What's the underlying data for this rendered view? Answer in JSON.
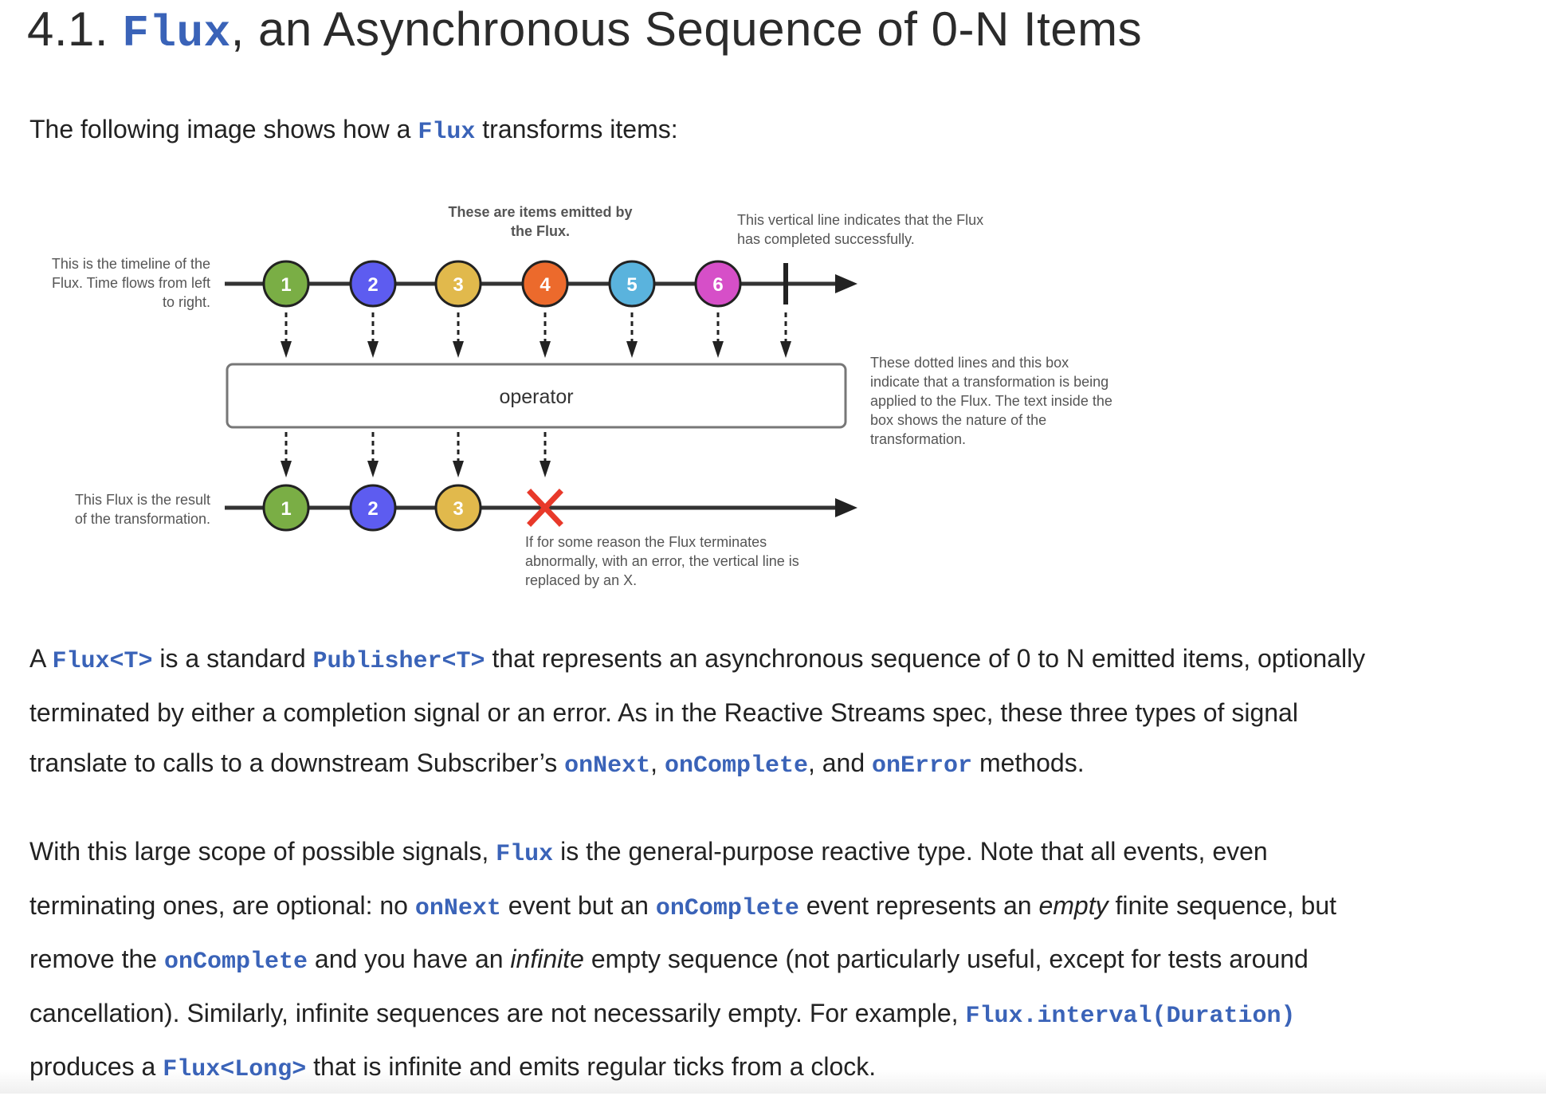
{
  "title": {
    "number": "4.1.",
    "code": "Flux",
    "rest": ", an Asynchronous Sequence of 0-N Items"
  },
  "intro": {
    "before": "The following image shows how a ",
    "code": "Flux",
    "after": " transforms items:"
  },
  "diagram": {
    "top_annotation": [
      "These are items emitted by",
      "the Flux."
    ],
    "complete_annotation": [
      "This vertical line indicates that the Flux",
      "has completed successfully."
    ],
    "timeline_annotation": [
      "This is the timeline of the",
      "Flux. Time flows from left",
      "to right."
    ],
    "operator_annotation": [
      "These dotted lines and this box",
      "indicate that a transformation is being",
      "applied to the Flux. The text inside the",
      "box shows the nature of the",
      "transformation."
    ],
    "result_annotation": [
      "This Flux is the result",
      "of the transformation."
    ],
    "error_annotation": [
      "If for some reason the Flux terminates",
      "abnormally, with an error, the vertical line is",
      "replaced by an X."
    ],
    "operator_label": "operator",
    "input_items": [
      {
        "label": "1",
        "color": "#7aae45"
      },
      {
        "label": "2",
        "color": "#5d5cf0"
      },
      {
        "label": "3",
        "color": "#e1b94c"
      },
      {
        "label": "4",
        "color": "#ec6a2c"
      },
      {
        "label": "5",
        "color": "#5ab3dd"
      },
      {
        "label": "6",
        "color": "#d64fc8"
      }
    ],
    "output_items": [
      {
        "label": "1",
        "color": "#7aae45"
      },
      {
        "label": "2",
        "color": "#5d5cf0"
      },
      {
        "label": "3",
        "color": "#e1b94c"
      }
    ],
    "error_color": "#e8392a"
  },
  "paragraphs": [
    [
      [
        {
          "t": "A "
        },
        {
          "t": "Flux<T>",
          "code": true
        },
        {
          "t": " is a standard "
        },
        {
          "t": "Publisher<T>",
          "code": true
        },
        {
          "t": " that represents an asynchronous sequence of 0 to N emitted items, optionally"
        }
      ],
      [
        {
          "t": "terminated by either a completion signal or an error. As in the Reactive Streams spec, these three types of signal"
        }
      ],
      [
        {
          "t": "translate to calls to a downstream Subscriber’s "
        },
        {
          "t": "onNext",
          "code": true
        },
        {
          "t": ", "
        },
        {
          "t": "onComplete",
          "code": true
        },
        {
          "t": ", and "
        },
        {
          "t": "onError",
          "code": true
        },
        {
          "t": " methods."
        }
      ]
    ],
    [
      [
        {
          "t": "With this large scope of possible signals, "
        },
        {
          "t": "Flux",
          "code": true
        },
        {
          "t": " is the general-purpose reactive type. Note that all events, even"
        }
      ],
      [
        {
          "t": "terminating ones, are optional: no "
        },
        {
          "t": "onNext",
          "code": true
        },
        {
          "t": " event but an "
        },
        {
          "t": "onComplete",
          "code": true
        },
        {
          "t": " event represents an "
        },
        {
          "t": "empty",
          "em": true
        },
        {
          "t": " finite sequence, but"
        }
      ],
      [
        {
          "t": "remove the "
        },
        {
          "t": "onComplete",
          "code": true
        },
        {
          "t": " and you have an "
        },
        {
          "t": "infinite",
          "em": true
        },
        {
          "t": " empty sequence (not particularly useful, except for tests around"
        }
      ],
      [
        {
          "t": "cancellation). Similarly, infinite sequences are not necessarily empty. For example, "
        },
        {
          "t": "Flux.interval(Duration)",
          "code": true
        }
      ],
      [
        {
          "t": "produces a "
        },
        {
          "t": "Flux<Long>",
          "code": true
        },
        {
          "t": " that is infinite and emits regular ticks from a clock."
        }
      ]
    ]
  ]
}
